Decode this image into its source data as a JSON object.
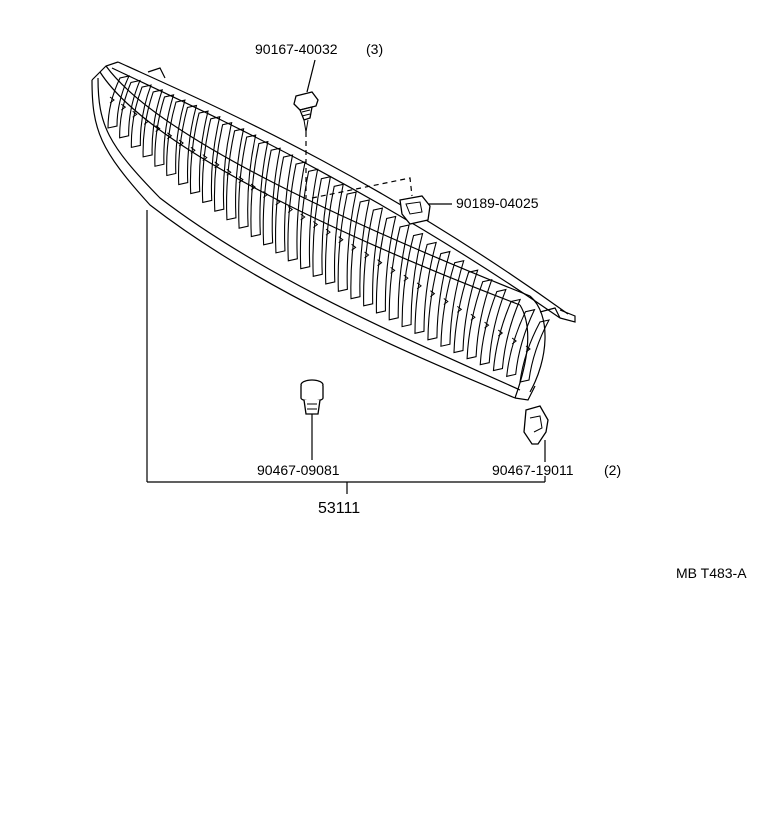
{
  "diagram": {
    "ref_code": "MB T483-A",
    "parts": [
      {
        "id": "screw",
        "part_number": "90167-40032",
        "qty": "(3)"
      },
      {
        "id": "nut",
        "part_number": "90189-04025",
        "qty": ""
      },
      {
        "id": "clip-center",
        "part_number": "90467-09081",
        "qty": ""
      },
      {
        "id": "clip-side",
        "part_number": "90467-19011",
        "qty": "(2)"
      },
      {
        "id": "grille",
        "part_number": "53111",
        "qty": ""
      }
    ]
  }
}
